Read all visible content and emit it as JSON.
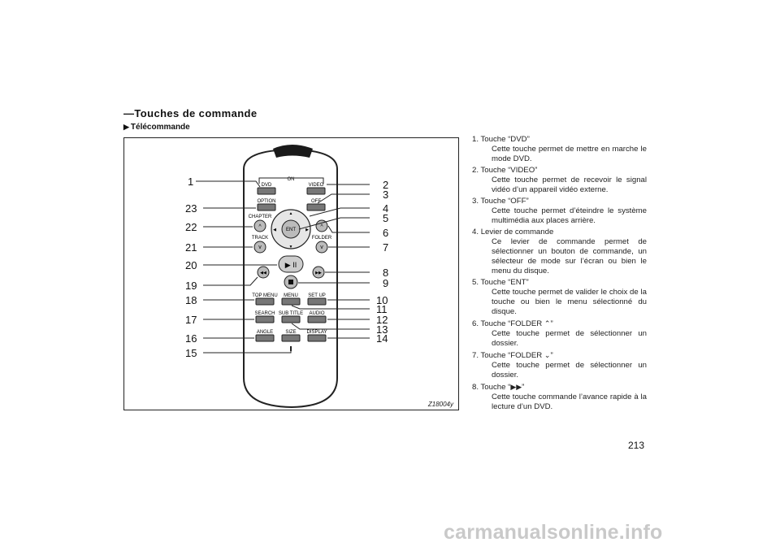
{
  "page": {
    "section_title": "—Touches de commande",
    "subsection_marker": "▶",
    "subsection_title": "Télécommande",
    "figure_code": "Z18004y",
    "page_number": "213",
    "watermark": "carmanualsonline.info"
  },
  "remote": {
    "on_label": "ON",
    "button_labels": {
      "dvd": "DVD",
      "video": "VIDEO",
      "option": "OPTION",
      "off": "OFF",
      "chapter": "CHAPTER",
      "track": "TRACK",
      "folder": "FOLDER",
      "ent": "ENT",
      "top_menu": "TOP MENU",
      "menu": "MENU",
      "set_up": "SET UP",
      "search": "SEARCH",
      "sub_title": "SUB TITLE",
      "audio": "AUDIO",
      "angle": "ANGLE",
      "size": "SIZE",
      "display": "DISPLAY"
    }
  },
  "callouts": {
    "c1": "1",
    "c2": "2",
    "c3": "3",
    "c4": "4",
    "c5": "5",
    "c6": "6",
    "c7": "7",
    "c8": "8",
    "c9": "9",
    "c10": "10",
    "c11": "11",
    "c12": "12",
    "c13": "13",
    "c14": "14",
    "c15": "15",
    "c16": "16",
    "c17": "17",
    "c18": "18",
    "c19": "19",
    "c20": "20",
    "c21": "21",
    "c22": "22",
    "c23": "23"
  },
  "items": [
    {
      "num": "1.",
      "head": "Touche “DVD”",
      "body": "Cette touche permet de mettre en marche le mode DVD."
    },
    {
      "num": "2.",
      "head": "Touche “VIDEO”",
      "body": "Cette touche permet de recevoir le signal vidéo d’un appareil vidéo externe."
    },
    {
      "num": "3.",
      "head": "Touche “OFF”",
      "body": "Cette touche permet d’éteindre le système multimédia aux places arrière."
    },
    {
      "num": "4.",
      "head": "Levier de commande",
      "body": "Ce levier de commande permet de sélectionner un bouton de commande, un sélecteur de mode sur l’écran ou bien le menu du disque."
    },
    {
      "num": "5.",
      "head": "Touche “ENT”",
      "body": "Cette touche permet de valider le choix de la touche ou bien le menu sélectionné du disque."
    },
    {
      "num": "6.",
      "head_pre": "Touche “FOLDER",
      "head_glyph": "⌃",
      "head_post": "”",
      "body": "Cette touche permet de sélectionner un dossier."
    },
    {
      "num": "7.",
      "head_pre": "Touche “FOLDER",
      "head_glyph": "⌄",
      "head_post": "”",
      "body": "Cette touche permet de sélectionner un dossier."
    },
    {
      "num": "8.",
      "head_pre": "Touche “",
      "head_glyph": "▶▶",
      "head_post": "”",
      "body": "Cette touche commande l’avance rapide à la lecture d’un DVD."
    }
  ]
}
